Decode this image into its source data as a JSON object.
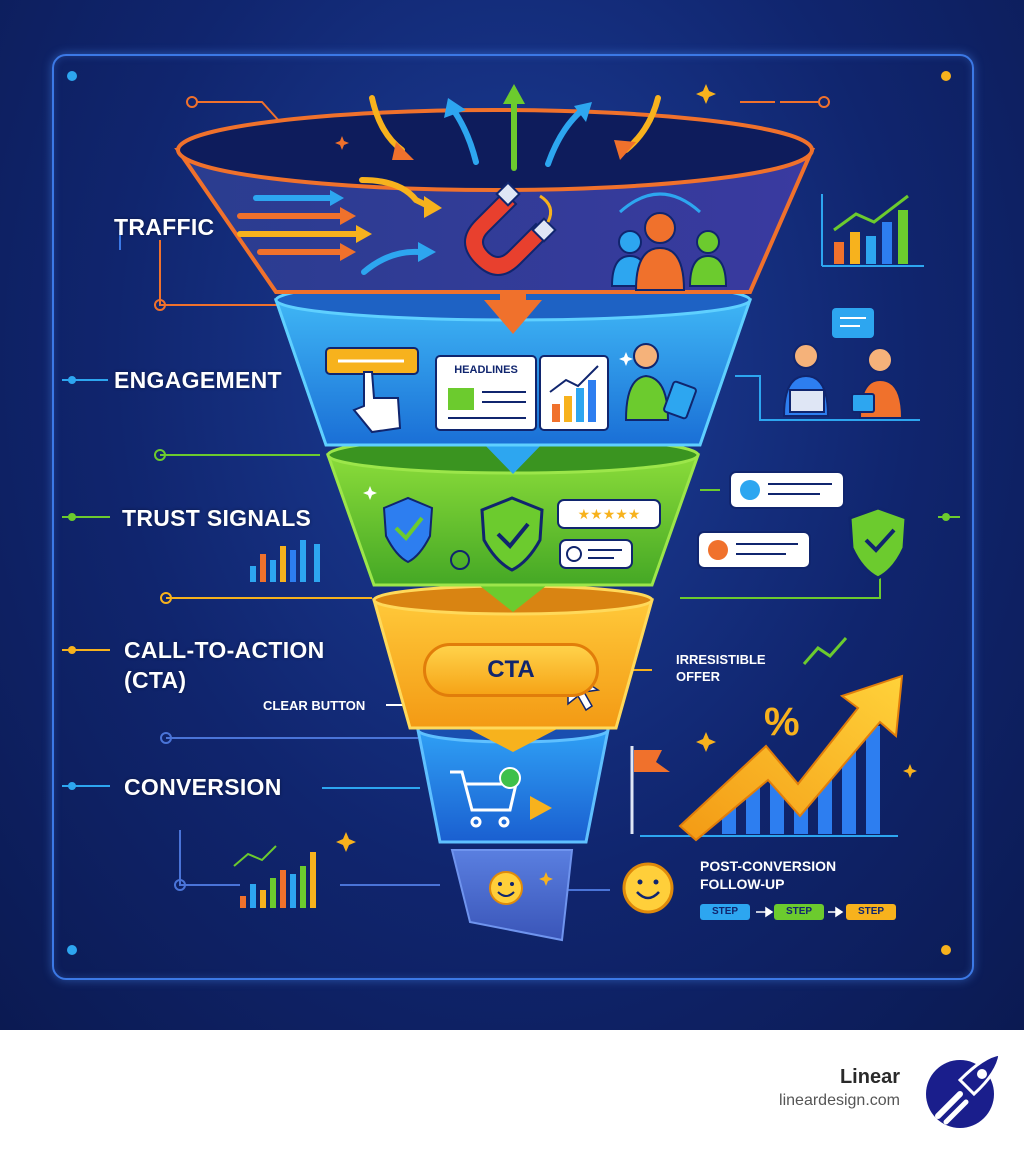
{
  "stages": [
    {
      "label": "TRAFFIC",
      "color": "#f0712c"
    },
    {
      "label": "ENGAGEMENT",
      "color": "#2da6f0"
    },
    {
      "label": "TRUST SIGNALS",
      "color": "#6ccb2e"
    },
    {
      "label": "CALL-TO-ACTION",
      "label2": "(CTA)",
      "color": "#f7b21d"
    },
    {
      "label": "CONVERSION",
      "color": "#1f8ef0"
    },
    {
      "label": "",
      "color": "#4a74d8"
    }
  ],
  "annotations": {
    "headlines": "HEADLINES",
    "cta_button": "CTA",
    "clear_button": "CLEAR BUTTON",
    "irresistible": "IRRESISTIBLE",
    "offer": "OFFER",
    "percent": "%",
    "post_conversion": "POST-CONVERSION",
    "follow_up": "FOLLOW-UP",
    "steps": [
      "STEP",
      "STEP",
      "STEP"
    ]
  },
  "colors": {
    "background": "#10256e",
    "frame": "#3c79e6",
    "orange": "#f0712c",
    "blue": "#2da6f0",
    "green": "#6ccb2e",
    "yellow": "#f7b21d"
  },
  "icons": [
    "magnet-icon",
    "people-icon",
    "chart-icon",
    "hand-pointer-icon",
    "shield-check-icon",
    "review-stars-icon",
    "cart-icon",
    "flag-icon",
    "smiley-icon",
    "rocket-logo-icon"
  ],
  "brand": {
    "name": "Linear",
    "url": "lineardesign.com"
  }
}
